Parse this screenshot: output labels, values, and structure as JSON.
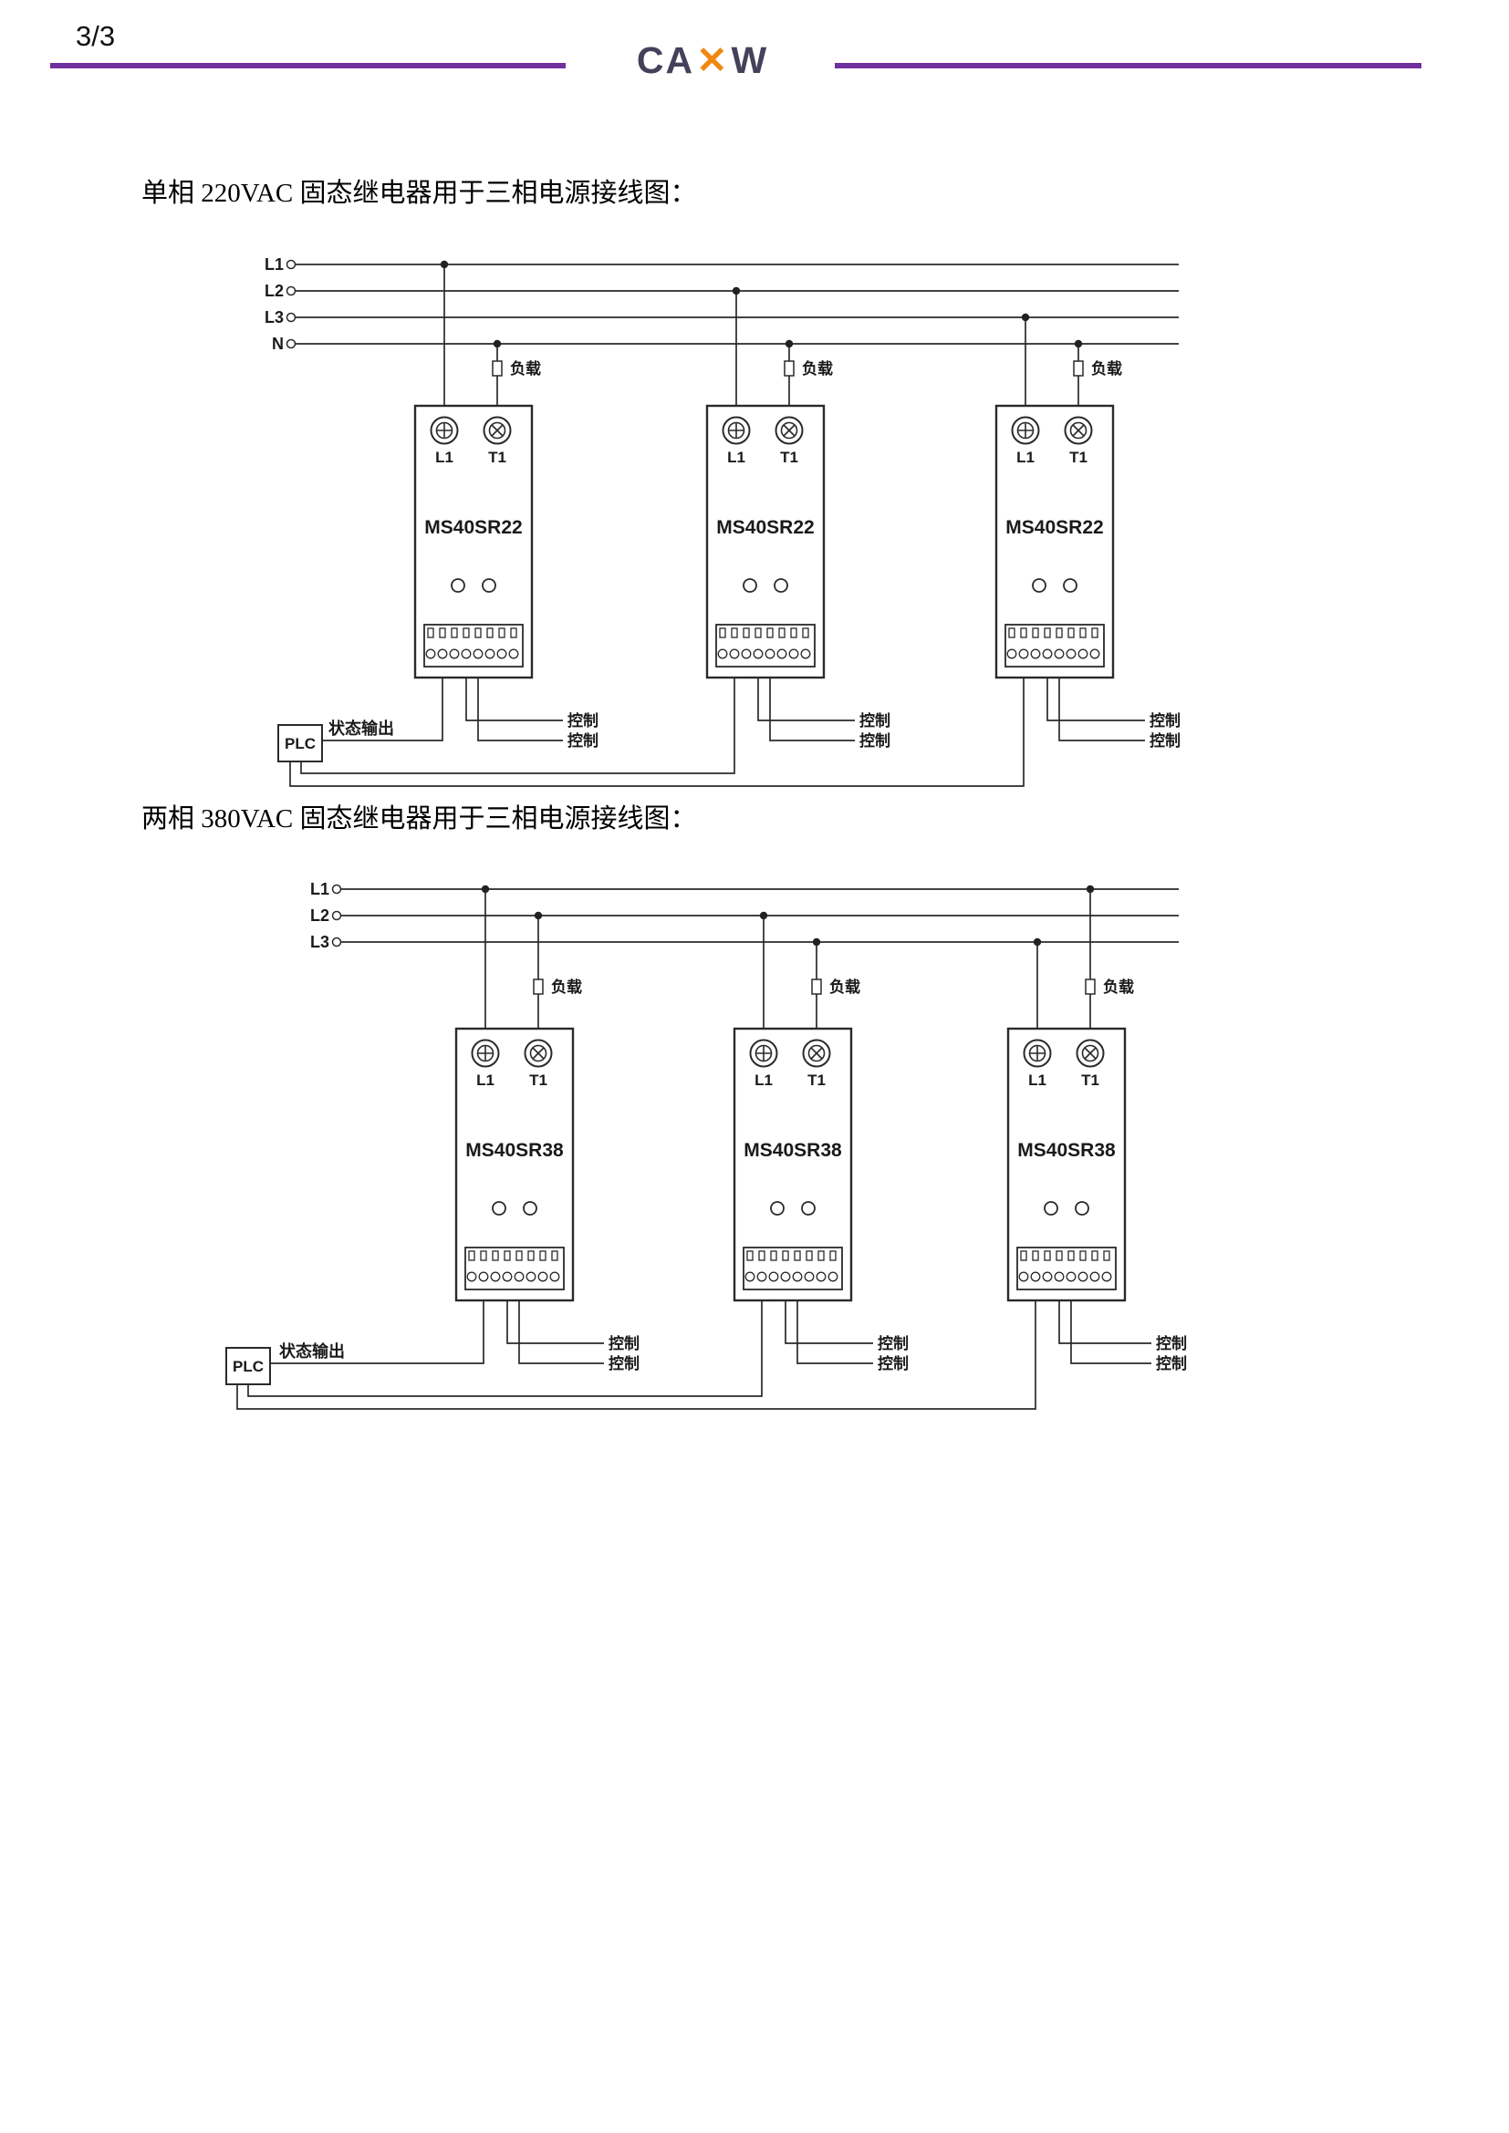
{
  "page": {
    "number": "3/3"
  },
  "header": {
    "logo_left": "CA",
    "logo_mark": "✕",
    "logo_right": "W",
    "accent_color": "#7030A0",
    "mark_color": "#F0870F"
  },
  "diagrams": [
    {
      "title": "单相 220VAC 固态继电器用于三相电源接线图：",
      "model": "MS40SR22",
      "power_lines": [
        "L1",
        "L2",
        "L3",
        "N"
      ],
      "module_terminals": {
        "input": "L1",
        "output": "T1"
      },
      "labels": {
        "load": "负载",
        "control": "控制",
        "status_output": "状态输出",
        "plc": "PLC"
      }
    },
    {
      "title": "两相 380VAC 固态继电器用于三相电源接线图：",
      "model": "MS40SR38",
      "power_lines": [
        "L1",
        "L2",
        "L3"
      ],
      "module_terminals": {
        "input": "L1",
        "output": "T1"
      },
      "labels": {
        "load": "负载",
        "control": "控制",
        "status_output": "状态输出",
        "plc": "PLC"
      }
    }
  ]
}
